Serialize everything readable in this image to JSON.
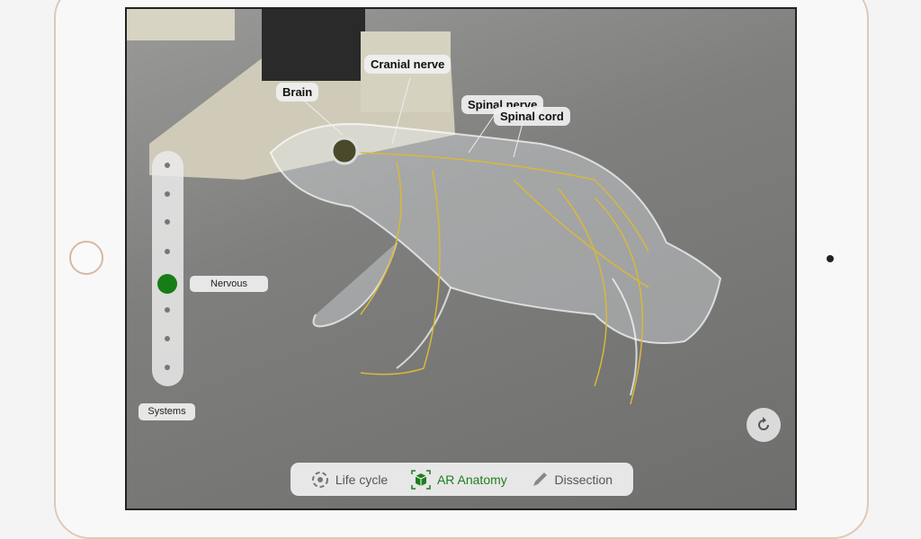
{
  "labels": {
    "brain": "Brain",
    "cranial_nerve": "Cranial nerve",
    "spinal_nerve": "Spinal nerve",
    "spinal_cord": "Spinal cord"
  },
  "systems_slider": {
    "selected": "Nervous",
    "button": "Systems",
    "stops": 8,
    "selected_index": 4
  },
  "tabs": [
    {
      "label": "Life cycle",
      "icon": "life-cycle-icon"
    },
    {
      "label": "AR Anatomy",
      "icon": "ar-cube-icon",
      "active": true
    },
    {
      "label": "Dissection",
      "icon": "pencil-icon"
    }
  ],
  "accent": "#1f7d1f"
}
